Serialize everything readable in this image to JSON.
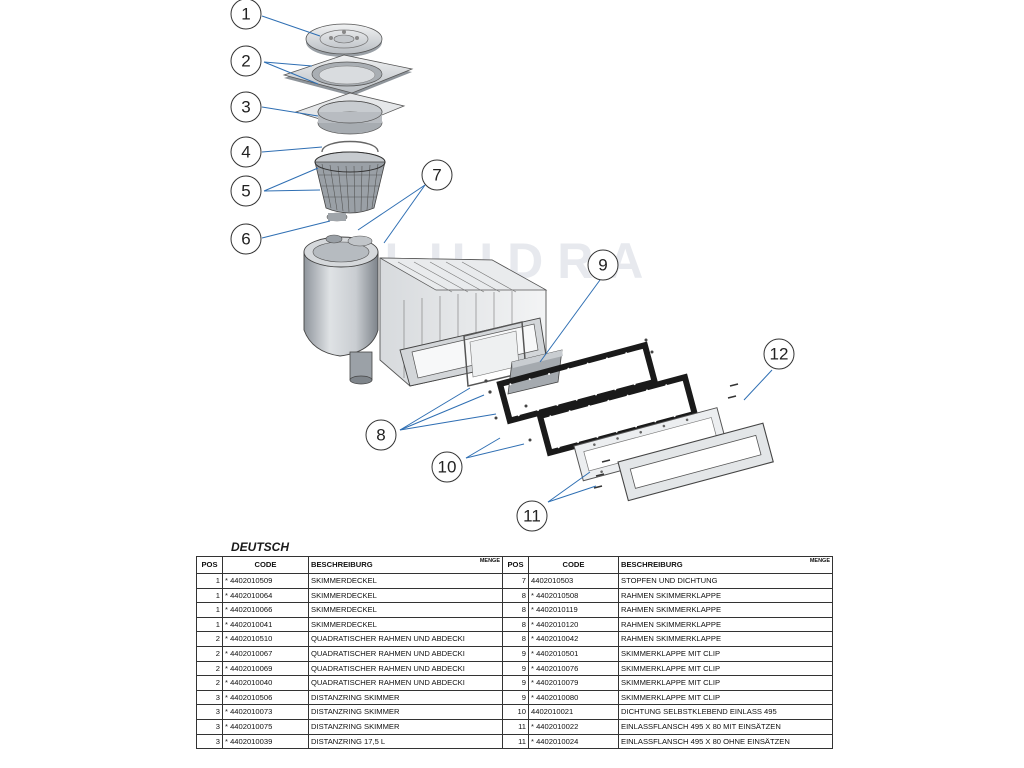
{
  "watermark": "FLUIDRA",
  "callouts": [
    "1",
    "2",
    "3",
    "4",
    "5",
    "6",
    "7",
    "8",
    "9",
    "10",
    "11",
    "12"
  ],
  "section_title": "DEUTSCH",
  "table": {
    "headers": {
      "pos": "POS",
      "code": "CODE",
      "desc": "BESCHREIBURG",
      "menge": "MENGE"
    },
    "left_rows": [
      {
        "pos": "1",
        "code": "* 4402010509",
        "desc": "SKIMMERDECKEL"
      },
      {
        "pos": "1",
        "code": "* 4402010064",
        "desc": "SKIMMERDECKEL"
      },
      {
        "pos": "1",
        "code": "* 4402010066",
        "desc": "SKIMMERDECKEL"
      },
      {
        "pos": "1",
        "code": "* 4402010041",
        "desc": "SKIMMERDECKEL"
      },
      {
        "pos": "2",
        "code": "* 4402010510",
        "desc": "QUADRATISCHER RAHMEN UND ABDECKI"
      },
      {
        "pos": "2",
        "code": "* 4402010067",
        "desc": "QUADRATISCHER RAHMEN UND ABDECKI"
      },
      {
        "pos": "2",
        "code": "* 4402010069",
        "desc": "QUADRATISCHER RAHMEN UND ABDECKI"
      },
      {
        "pos": "2",
        "code": "* 4402010040",
        "desc": "QUADRATISCHER RAHMEN UND ABDECKI"
      },
      {
        "pos": "3",
        "code": "* 4402010506",
        "desc": "DISTANZRING SKIMMER"
      },
      {
        "pos": "3",
        "code": "* 4402010073",
        "desc": "DISTANZRING SKIMMER"
      },
      {
        "pos": "3",
        "code": "* 4402010075",
        "desc": "DISTANZRING SKIMMER"
      },
      {
        "pos": "3",
        "code": "* 4402010039",
        "desc": "DISTANZRING 17,5 L"
      }
    ],
    "right_rows": [
      {
        "pos": "7",
        "code": "4402010503",
        "desc": "STOPFEN UND DICHTUNG"
      },
      {
        "pos": "8",
        "code": "* 4402010508",
        "desc": "RAHMEN SKIMMERKLAPPE"
      },
      {
        "pos": "8",
        "code": "* 4402010119",
        "desc": "RAHMEN SKIMMERKLAPPE"
      },
      {
        "pos": "8",
        "code": "* 4402010120",
        "desc": "RAHMEN SKIMMERKLAPPE"
      },
      {
        "pos": "8",
        "code": "* 4402010042",
        "desc": "RAHMEN SKIMMERKLAPPE"
      },
      {
        "pos": "9",
        "code": "* 4402010501",
        "desc": "SKIMMERKLAPPE MIT CLIP"
      },
      {
        "pos": "9",
        "code": "* 4402010076",
        "desc": "SKIMMERKLAPPE MIT CLIP"
      },
      {
        "pos": "9",
        "code": "* 4402010079",
        "desc": "SKIMMERKLAPPE MIT CLIP"
      },
      {
        "pos": "9",
        "code": "* 4402010080",
        "desc": "SKIMMERKLAPPE MIT CLIP"
      },
      {
        "pos": "10",
        "code": "4402010021",
        "desc": "DICHTUNG SELBSTKLEBEND EINLASS 495"
      },
      {
        "pos": "11",
        "code": "* 4402010022",
        "desc": "EINLASSFLANSCH 495 X 80 MIT EINSÄTZEN"
      },
      {
        "pos": "11",
        "code": "* 4402010024",
        "desc": "EINLASSFLANSCH 495 X 80 OHNE EINSÄTZEN"
      }
    ]
  }
}
